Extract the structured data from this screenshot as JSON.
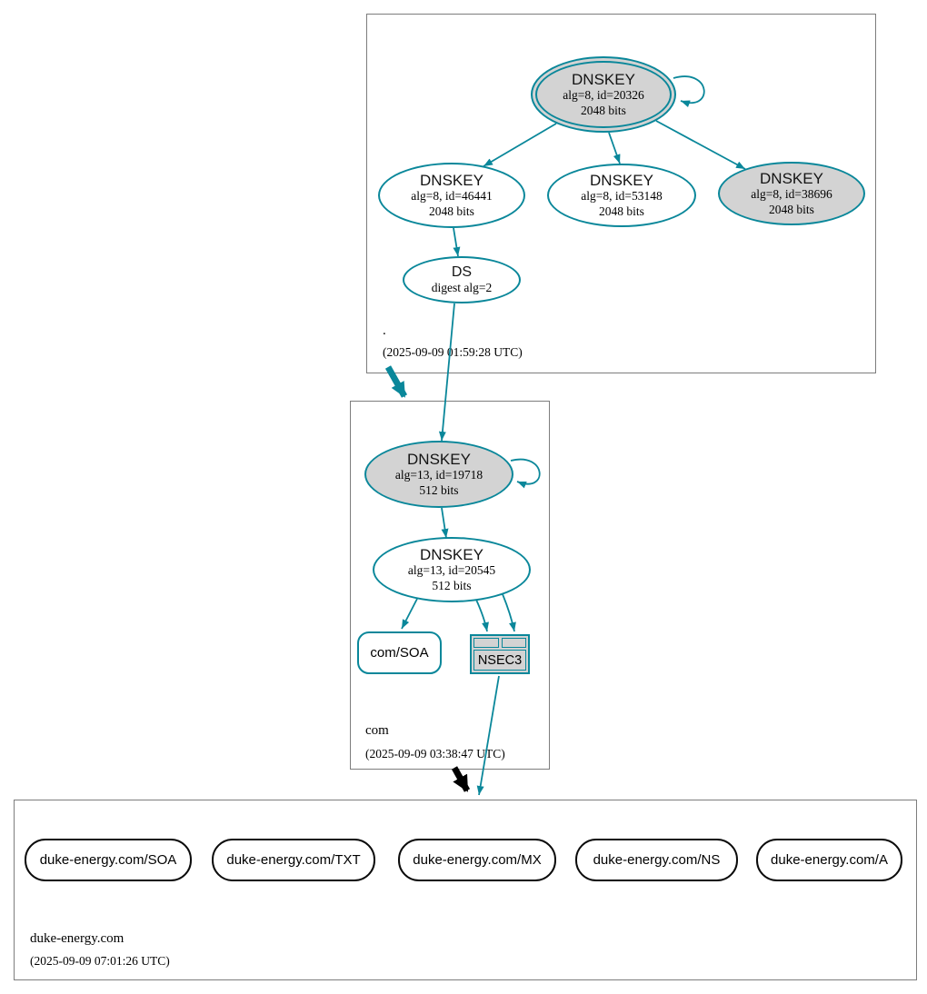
{
  "diagram": {
    "type": "dnssec-authentication-chain",
    "colors": {
      "secure_teal": "#0a879a",
      "ksk_fill_gray": "#d3d3d3",
      "node_fill_white": "#ffffff",
      "zone_border_gray": "#7d7d7d",
      "delegation_black": "#000000"
    },
    "zones": [
      {
        "name": ".",
        "timestamp": "(2025-09-09 01:59:28 UTC)",
        "nodes": [
          {
            "id": "dnskey-20326",
            "title": "DNSKEY",
            "line1": "alg=8, id=20326",
            "line2": "2048 bits"
          },
          {
            "id": "dnskey-46441",
            "title": "DNSKEY",
            "line1": "alg=8, id=46441",
            "line2": "2048 bits"
          },
          {
            "id": "dnskey-53148",
            "title": "DNSKEY",
            "line1": "alg=8, id=53148",
            "line2": "2048 bits"
          },
          {
            "id": "dnskey-38696",
            "title": "DNSKEY",
            "line1": "alg=8, id=38696",
            "line2": "2048 bits"
          },
          {
            "id": "ds",
            "title": "DS",
            "line1": "digest alg=2"
          }
        ]
      },
      {
        "name": "com",
        "timestamp": "(2025-09-09 03:38:47 UTC)",
        "nodes": [
          {
            "id": "dnskey-19718",
            "title": "DNSKEY",
            "line1": "alg=13, id=19718",
            "line2": "512 bits"
          },
          {
            "id": "dnskey-20545",
            "title": "DNSKEY",
            "line1": "alg=13, id=20545",
            "line2": "512 bits"
          },
          {
            "id": "com-soa",
            "label": "com/SOA"
          },
          {
            "id": "nsec3",
            "label": "NSEC3"
          }
        ]
      },
      {
        "name": "duke-energy.com",
        "timestamp": "(2025-09-09 07:01:26 UTC)",
        "rrsets": [
          "duke-energy.com/SOA",
          "duke-energy.com/TXT",
          "duke-energy.com/MX",
          "duke-energy.com/NS",
          "duke-energy.com/A"
        ]
      }
    ]
  }
}
